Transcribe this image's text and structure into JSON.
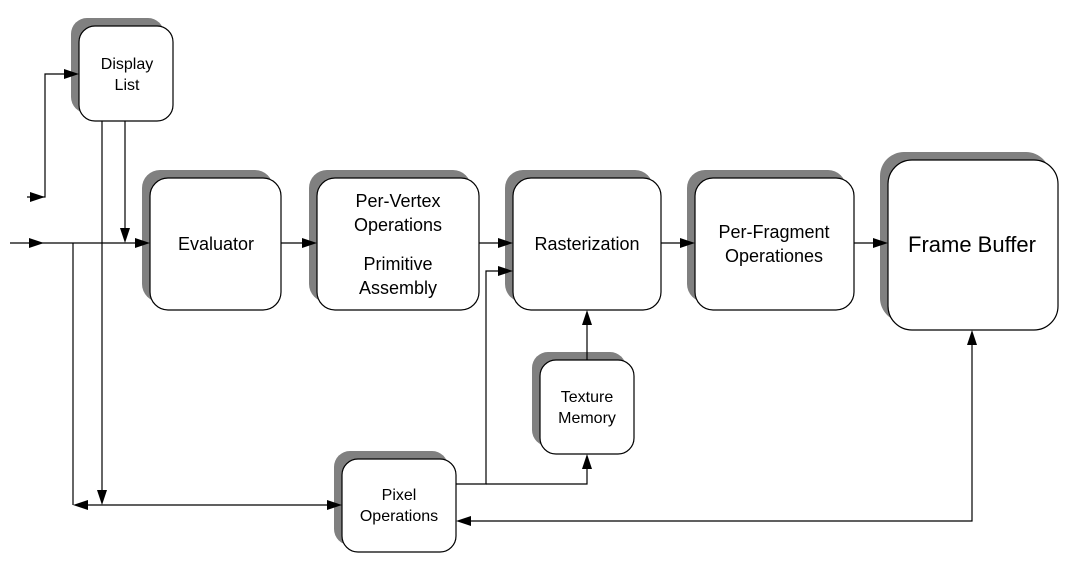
{
  "nodes": {
    "display_list": {
      "line1": "Display",
      "line2": "List"
    },
    "evaluator": {
      "line1": "Evaluator"
    },
    "per_vertex": {
      "line1": "Per-Vertex",
      "line2": "Operations",
      "line3": "Primitive",
      "line4": "Assembly"
    },
    "rasterization": {
      "line1": "Rasterization"
    },
    "per_fragment": {
      "line1": "Per-Fragment",
      "line2": "Operationes"
    },
    "frame_buffer": {
      "line1": "Frame Buffer"
    },
    "texture_memory": {
      "line1": "Texture",
      "line2": "Memory"
    },
    "pixel_operations": {
      "line1": "Pixel",
      "line2": "Operations"
    }
  },
  "colors": {
    "stroke": "#000000",
    "shadow": "#808080",
    "fill": "#ffffff"
  }
}
